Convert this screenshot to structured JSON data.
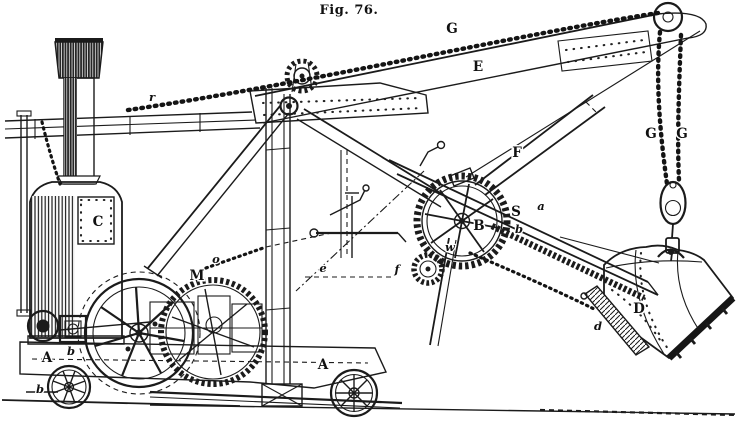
{
  "figure": {
    "caption": "Fig. 76."
  },
  "colors": {
    "ink": "#1b1b1b",
    "paper": "#ffffff"
  },
  "labels": {
    "hoist_chain_top": "G",
    "boom": "E",
    "brace": "F",
    "fall_chain_left": "G",
    "fall_chain_right": "G",
    "boiler": "C",
    "hoisting_gear": "M",
    "chain_small": "o",
    "frame_small": "r",
    "main_gear": "B",
    "gear_small": "w",
    "dipper_handle": "S",
    "handle_small_a": "a",
    "handle_small_b": "b",
    "lever_small_e": "e",
    "lever_small_f": "f",
    "frame_a": "A",
    "crank_small_b": "b",
    "wheel_small_b": "b",
    "truck_a": "A",
    "dipper": "D",
    "dipper_door": "d"
  }
}
